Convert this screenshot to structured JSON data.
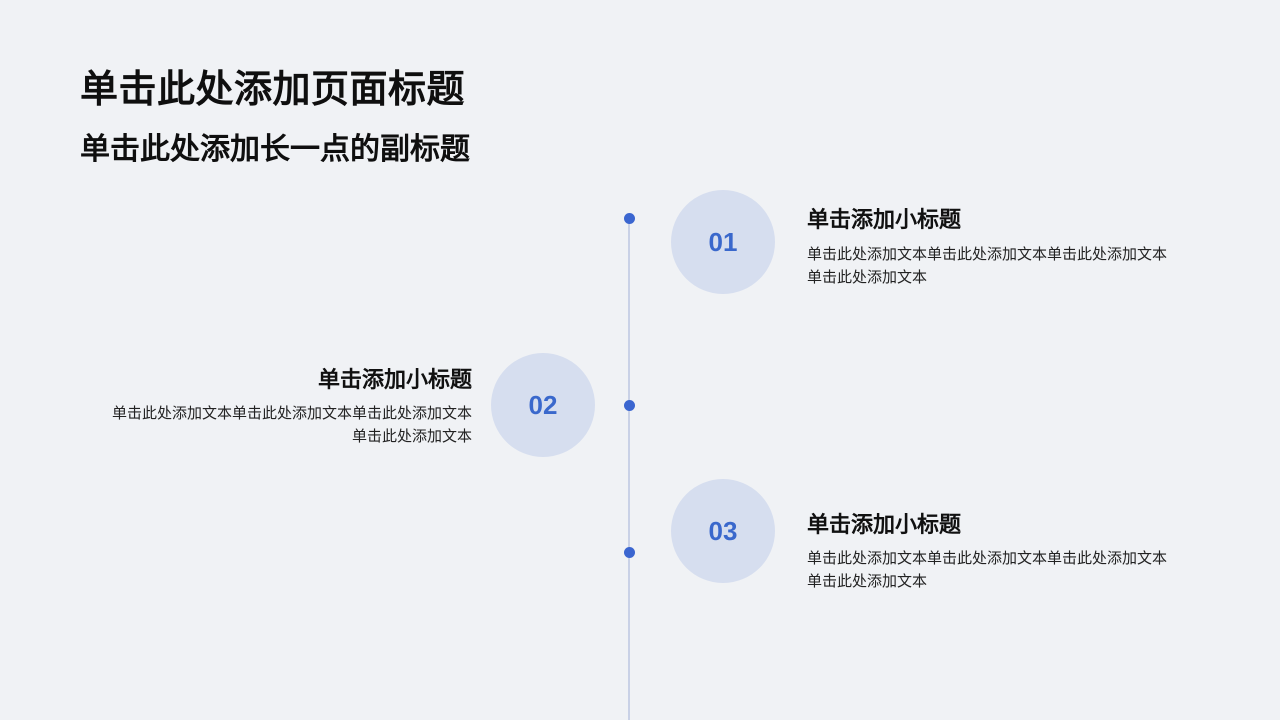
{
  "page": {
    "title": "单击此处添加页面标题",
    "subtitle": "单击此处添加长一点的副标题"
  },
  "steps": [
    {
      "number": "01",
      "heading": "单击添加小标题",
      "body_line1": "单击此处添加文本单击此处添加文本单击此处添加文本",
      "body_line2": "单击此处添加文本"
    },
    {
      "number": "02",
      "heading": "单击添加小标题",
      "body_line1": "单击此处添加文本单击此处添加文本单击此处添加文本",
      "body_line2": "单击此处添加文本"
    },
    {
      "number": "03",
      "heading": "单击添加小标题",
      "body_line1": "单击此处添加文本单击此处添加文本单击此处添加文本",
      "body_line2": "单击此处添加文本"
    }
  ],
  "colors": {
    "background": "#f0f2f5",
    "accent": "#3b66d0",
    "circle_fill": "#d6deef",
    "line": "#c9d1e6"
  }
}
